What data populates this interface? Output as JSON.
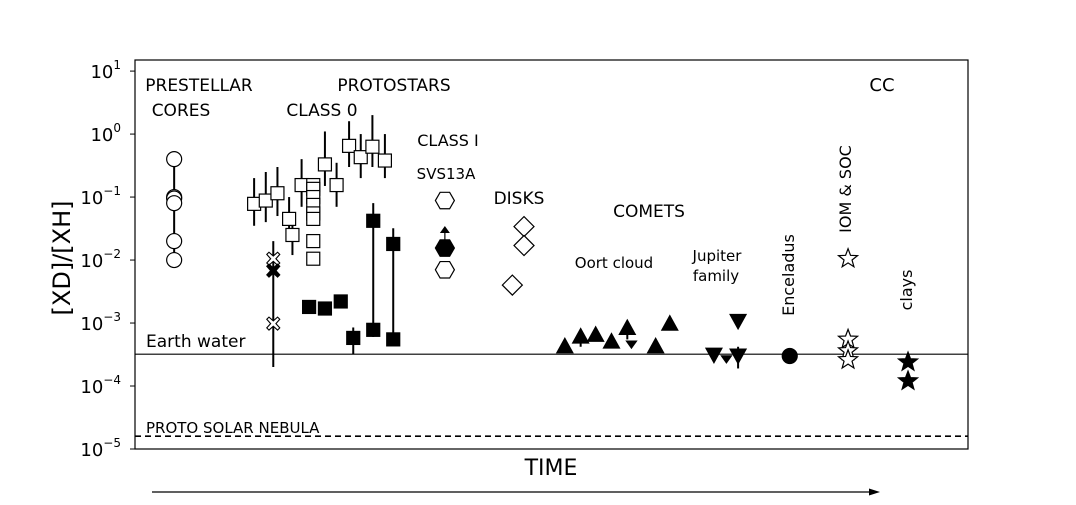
{
  "chart_data": {
    "type": "scatter",
    "title": "",
    "xlabel": "TIME",
    "ylabel": "[XD]/[XH]",
    "y_scale": "log",
    "ylim": [
      1e-05,
      15
    ],
    "y_ticks": [
      {
        "value": 1e-05,
        "mant": "10",
        "exp": "−5"
      },
      {
        "value": 0.0001,
        "mant": "10",
        "exp": "−4"
      },
      {
        "value": 0.001,
        "mant": "10",
        "exp": "−3"
      },
      {
        "value": 0.01,
        "mant": "10",
        "exp": "−2"
      },
      {
        "value": 0.1,
        "mant": "10",
        "exp": "−1"
      },
      {
        "value": 1,
        "mant": "10",
        "exp": "0"
      },
      {
        "value": 10,
        "mant": "10",
        "exp": "1"
      }
    ],
    "reference_lines": [
      {
        "label": "Earth water",
        "value": 0.00032,
        "style": "solid"
      },
      {
        "label": "PROTO SOLAR NEBULA",
        "value": 1.6e-05,
        "style": "dashed"
      }
    ],
    "group_labels": [
      {
        "text": "PRESTELLAR",
        "anchor": "prestellar-1"
      },
      {
        "text": "CORES",
        "anchor": "prestellar-2"
      },
      {
        "text": "PROTOSTARS",
        "anchor": "protostars"
      },
      {
        "text": "CLASS 0",
        "anchor": "class0"
      },
      {
        "text": "CLASS I",
        "anchor": "class1"
      },
      {
        "text": "SVS13A",
        "anchor": "svs13a"
      },
      {
        "text": "DISKS",
        "anchor": "disks"
      },
      {
        "text": "COMETS",
        "anchor": "comets"
      },
      {
        "text": "Oort cloud",
        "anchor": "oort"
      },
      {
        "text": "Jupiter",
        "anchor": "jupiter-1"
      },
      {
        "text": "family",
        "anchor": "jupiter-2"
      },
      {
        "text": "Enceladus",
        "anchor": "enceladus",
        "rotated": true
      },
      {
        "text": "IOM & SOC",
        "anchor": "iom",
        "rotated": true
      },
      {
        "text": "clays",
        "anchor": "clays",
        "rotated": true
      },
      {
        "text": "CC",
        "anchor": "cc"
      }
    ],
    "series": [
      {
        "name": "prestellar-cores",
        "marker": "circle-open",
        "color": "#000000",
        "points": [
          {
            "x": 0.047,
            "y": 0.4,
            "err": [
              0.01,
              0.4
            ]
          },
          {
            "x": 0.047,
            "y": 0.1
          },
          {
            "x": 0.047,
            "y": 0.095
          },
          {
            "x": 0.047,
            "y": 0.08
          },
          {
            "x": 0.047,
            "y": 0.02
          },
          {
            "x": 0.047,
            "y": 0.01
          }
        ]
      },
      {
        "name": "class0-open",
        "marker": "square-open",
        "color": "#000000",
        "points": [
          {
            "x": 0.143,
            "y": 0.078,
            "err": [
              0.035,
              0.2
            ]
          },
          {
            "x": 0.157,
            "y": 0.088,
            "err": [
              0.04,
              0.25
            ]
          },
          {
            "x": 0.171,
            "y": 0.115,
            "err": [
              0.05,
              0.3
            ]
          },
          {
            "x": 0.185,
            "y": 0.045,
            "err": [
              0.02,
              0.1
            ]
          },
          {
            "x": 0.189,
            "y": 0.025,
            "err": [
              0.012,
              0.05
            ]
          },
          {
            "x": 0.2,
            "y": 0.155,
            "err": [
              0.07,
              0.4
            ]
          },
          {
            "x": 0.214,
            "y": 0.155
          },
          {
            "x": 0.214,
            "y": 0.135
          },
          {
            "x": 0.214,
            "y": 0.1
          },
          {
            "x": 0.214,
            "y": 0.075
          },
          {
            "x": 0.214,
            "y": 0.055
          },
          {
            "x": 0.214,
            "y": 0.045
          },
          {
            "x": 0.214,
            "y": 0.02
          },
          {
            "x": 0.214,
            "y": 0.0105
          },
          {
            "x": 0.228,
            "y": 0.33,
            "err": [
              0.15,
              1.1
            ]
          },
          {
            "x": 0.242,
            "y": 0.155,
            "err": [
              0.07,
              0.35
            ]
          },
          {
            "x": 0.257,
            "y": 0.65,
            "err": [
              0.3,
              1.6
            ]
          },
          {
            "x": 0.271,
            "y": 0.43,
            "err": [
              0.2,
              1.0
            ]
          },
          {
            "x": 0.285,
            "y": 0.63,
            "err": [
              0.3,
              2.0
            ]
          },
          {
            "x": 0.3,
            "y": 0.38,
            "err": [
              0.2,
              1.0
            ]
          }
        ]
      },
      {
        "name": "class0-filled",
        "marker": "square-filled",
        "color": "#000000",
        "points": [
          {
            "x": 0.209,
            "y": 0.0018
          },
          {
            "x": 0.228,
            "y": 0.0017
          },
          {
            "x": 0.247,
            "y": 0.0022
          },
          {
            "x": 0.262,
            "y": 0.00058,
            "err": [
              0.00032,
              0.00085
            ]
          },
          {
            "x": 0.286,
            "y": 0.042,
            "err": [
              0.0006,
              0.08
            ]
          },
          {
            "x": 0.286,
            "y": 0.00078
          },
          {
            "x": 0.31,
            "y": 0.018,
            "err": [
              0.00055,
              0.032
            ]
          },
          {
            "x": 0.31,
            "y": 0.00055
          }
        ]
      },
      {
        "name": "class0-cross",
        "marker": "cross-open",
        "color": "#000000",
        "points": [
          {
            "x": 0.166,
            "y": 0.0105,
            "err": [
              0.0002,
              0.02
            ]
          },
          {
            "x": 0.166,
            "y": 0.00098
          }
        ]
      },
      {
        "name": "class0-cross-filled",
        "marker": "cross-filled",
        "color": "#000000",
        "points": [
          {
            "x": 0.166,
            "y": 0.0068
          }
        ]
      },
      {
        "name": "svs13a-open",
        "marker": "hexagon-open",
        "color": "#000000",
        "points": [
          {
            "x": 0.372,
            "y": 0.088
          },
          {
            "x": 0.372,
            "y": 0.007
          }
        ]
      },
      {
        "name": "svs13a-filled",
        "marker": "hexagon-filled",
        "color": "#000000",
        "points": [
          {
            "x": 0.372,
            "y": 0.0155,
            "lower_limit": true
          }
        ]
      },
      {
        "name": "disks",
        "marker": "diamond-open",
        "color": "#000000",
        "points": [
          {
            "x": 0.467,
            "y": 0.034
          },
          {
            "x": 0.467,
            "y": 0.017
          },
          {
            "x": 0.453,
            "y": 0.004
          }
        ]
      },
      {
        "name": "oort-cloud",
        "marker": "triangle-up",
        "color": "#000000",
        "points": [
          {
            "x": 0.516,
            "y": 0.00042
          },
          {
            "x": 0.535,
            "y": 0.0006,
            "err": [
              0.00042,
              0.0006
            ]
          },
          {
            "x": 0.553,
            "y": 0.00064
          },
          {
            "x": 0.572,
            "y": 0.0005
          },
          {
            "x": 0.591,
            "y": 0.00082,
            "err": [
              0.00055,
              0.00082
            ]
          },
          {
            "x": 0.625,
            "y": 0.00042
          },
          {
            "x": 0.642,
            "y": 0.00096
          }
        ]
      },
      {
        "name": "oort-upper-limit",
        "marker": "arrow-down",
        "color": "#000000",
        "points": [
          {
            "x": 0.596,
            "y": 0.00048
          }
        ]
      },
      {
        "name": "jupiter-family",
        "marker": "triangle-down",
        "color": "#000000",
        "points": [
          {
            "x": 0.695,
            "y": 0.00032
          },
          {
            "x": 0.724,
            "y": 0.00031,
            "err": [
              0.00019,
              0.00042
            ]
          },
          {
            "x": 0.724,
            "y": 0.0011
          }
        ]
      },
      {
        "name": "jupiter-upper-limit",
        "marker": "arrow-down",
        "color": "#000000",
        "points": [
          {
            "x": 0.71,
            "y": 0.00028
          }
        ]
      },
      {
        "name": "enceladus",
        "marker": "circle-filled",
        "color": "#000000",
        "points": [
          {
            "x": 0.786,
            "y": 0.0003
          }
        ]
      },
      {
        "name": "iom-soc",
        "marker": "star-open",
        "color": "#000000",
        "points": [
          {
            "x": 0.856,
            "y": 0.0105
          },
          {
            "x": 0.856,
            "y": 0.00055
          },
          {
            "x": 0.856,
            "y": 0.00036
          },
          {
            "x": 0.856,
            "y": 0.00026
          }
        ]
      },
      {
        "name": "clays",
        "marker": "star-filled",
        "color": "#000000",
        "points": [
          {
            "x": 0.928,
            "y": 0.00024
          },
          {
            "x": 0.928,
            "y": 0.00012
          }
        ]
      }
    ]
  }
}
